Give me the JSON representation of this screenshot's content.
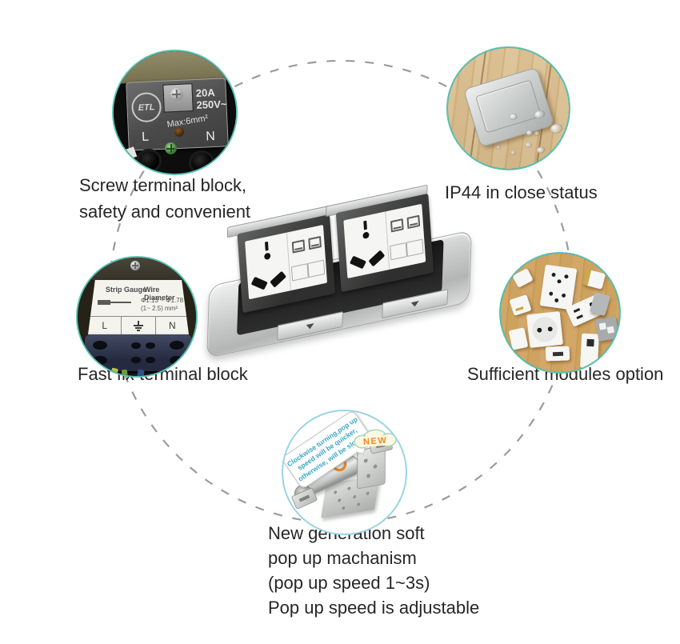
{
  "colors": {
    "circle_ring_teal": "#56c2b2",
    "circle_ring_blue": "#9bd4e3",
    "dashed_ring": "#9b9b9b",
    "caption_text": "#262626",
    "bubble_text": "#3aa6c6",
    "new_badge_text": "#ef8a1d",
    "plate_silver": "#c8cac9",
    "wood": "#d8bb8c"
  },
  "captions": {
    "screw_terminal": [
      "Screw terminal block,",
      "safety and convenient"
    ],
    "ip44": "IP44 in close status",
    "fast_fix": "Fast fix terminal block",
    "modules": "Sufficient modules option",
    "mechanism": [
      "New generation soft",
      "pop up machanism",
      "(pop up speed 1~3s)",
      "Pop up speed is adjustable"
    ]
  },
  "photo_labels": {
    "screw_terminal": {
      "cert": "ETL",
      "amp": "20A",
      "volt": "250V~",
      "max": "Max:6mm²",
      "live": "L",
      "neutral": "N"
    },
    "fast_fix": {
      "col1": "Strip Gauge",
      "col2": "Wire Diameter",
      "diameter": "Φ1.13 ~ Φ1.78",
      "area": "(1~ 2.5) mm²",
      "live": "L",
      "neutral": "N"
    }
  },
  "mechanism_detail": {
    "badge": "NEW",
    "bubble": [
      "Clockwise turning,pop up",
      "speed will be quicker,",
      "otherwise, will be slower."
    ]
  }
}
